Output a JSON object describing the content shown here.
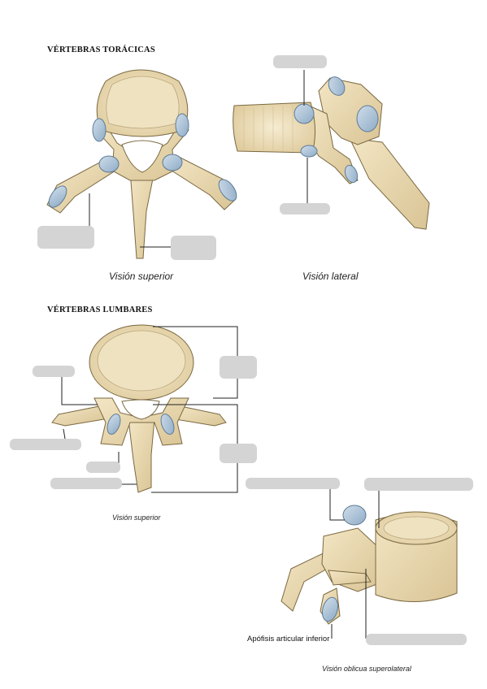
{
  "sections": {
    "thoracic_title": "VÉRTEBRAS TORÁCICAS",
    "lumbar_title": "VÉRTEBRAS LUMBARES"
  },
  "captions": {
    "thoracic_superior": "Visión superior",
    "thoracic_lateral": "Visión lateral",
    "lumbar_superior": "Visión superior",
    "lumbar_oblique": "Visión oblicua superolateral"
  },
  "labels": {
    "inferior_articular_process": "Apófisis articular inferior"
  },
  "colors": {
    "bone": "#ead9b1",
    "bone_shadow": "#c9b587",
    "facet": "#a9c2d8",
    "blank": "#d4d4d4",
    "leader": "#222222"
  }
}
